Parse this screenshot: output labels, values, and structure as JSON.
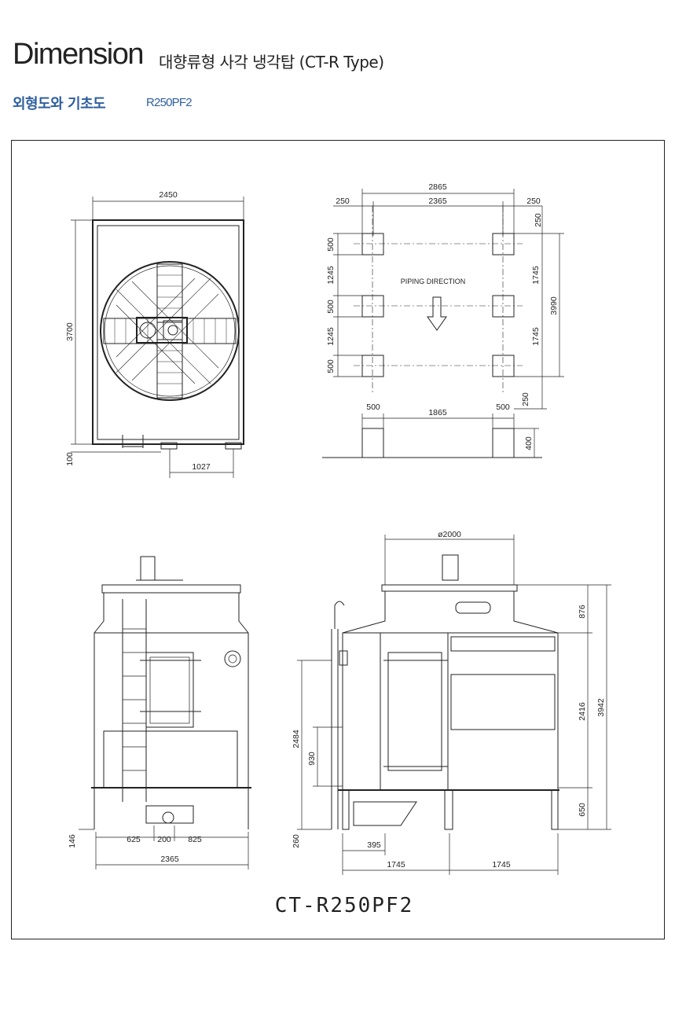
{
  "header": {
    "title": "Dimension",
    "subtitle": "대향류형 사각 냉각탑 (CT-R Type)"
  },
  "section": {
    "title": "외형도와 기초도",
    "model": "R250PF2"
  },
  "drawing": {
    "top_view": {
      "width": "2450",
      "height": "3700",
      "base": "100",
      "offset": "1027"
    },
    "foundation": {
      "overall": "2865",
      "span": "2365",
      "left_margin": "250",
      "right_margin": "250",
      "top_margin": "250",
      "pad1": "500",
      "gap1": "1245",
      "pad2": "500",
      "gap2": "1245",
      "pad3": "500",
      "right_gap1": "1745",
      "right_gap2": "1745",
      "total_depth": "3990",
      "bottom_margin": "250",
      "piping_label": "PIPING DIRECTION",
      "pad_w1": "500",
      "pad_gap": "1865",
      "pad_w2": "500",
      "pad_h": "400"
    },
    "front_view": {
      "d1": "146",
      "d2": "625",
      "d3": "200",
      "d4": "825",
      "d5": "2365"
    },
    "side_view": {
      "diameter": "ø2000",
      "h1": "876",
      "h2": "2416",
      "h3": "650",
      "total": "3942",
      "l1": "2484",
      "l2": "930",
      "l3": "260",
      "b1": "395",
      "b2": "1745",
      "b3": "1745"
    },
    "model_label": "CT-R250PF2"
  }
}
